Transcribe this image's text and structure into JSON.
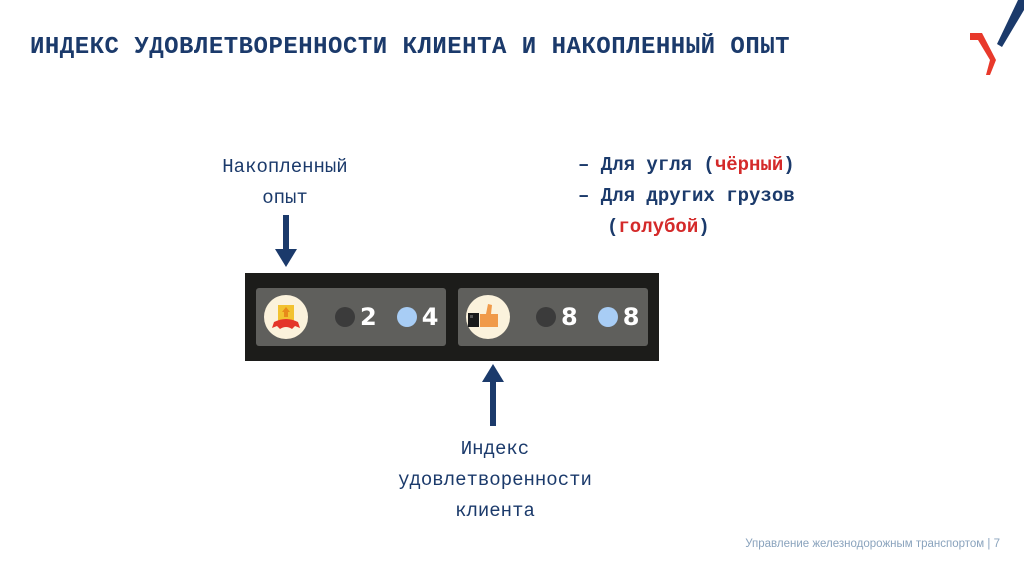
{
  "slide": {
    "title": "ИНДЕКС УДОВЛЕТВОРЕННОСТИ КЛИЕНТА И НАКОПЛЕННЫЙ ОПЫТ",
    "footer": "Управление железнодорожным транспортом | 7",
    "colors": {
      "primary": "#1b3a6b",
      "accent_red": "#d42a2a",
      "panel_bg": "#1c1c1a",
      "card_bg": "#5f5f5c",
      "coal_dot": "#3b3b3b",
      "other_cargo_dot": "#a8cdf5"
    }
  },
  "labels": {
    "experience": {
      "line1": "Накопленный",
      "line2": "опыт"
    },
    "satisfaction": {
      "line1": "Индекс",
      "line2": "удовлетворенности",
      "line3": "клиента"
    }
  },
  "legend": {
    "item1_prefix": "– Для угля (",
    "item1_color": "чёрный",
    "item1_suffix": ")",
    "item2_prefix": "– Для других грузов",
    "item2_open": "(",
    "item2_color": "голубой",
    "item2_suffix": ")"
  },
  "game_panel": {
    "experience_card": {
      "icon": "ribbon-badge-icon",
      "coal_value": "2",
      "other_value": "4"
    },
    "satisfaction_card": {
      "icon": "thumbs-up-icon",
      "coal_value": "8",
      "other_value": "8"
    }
  }
}
